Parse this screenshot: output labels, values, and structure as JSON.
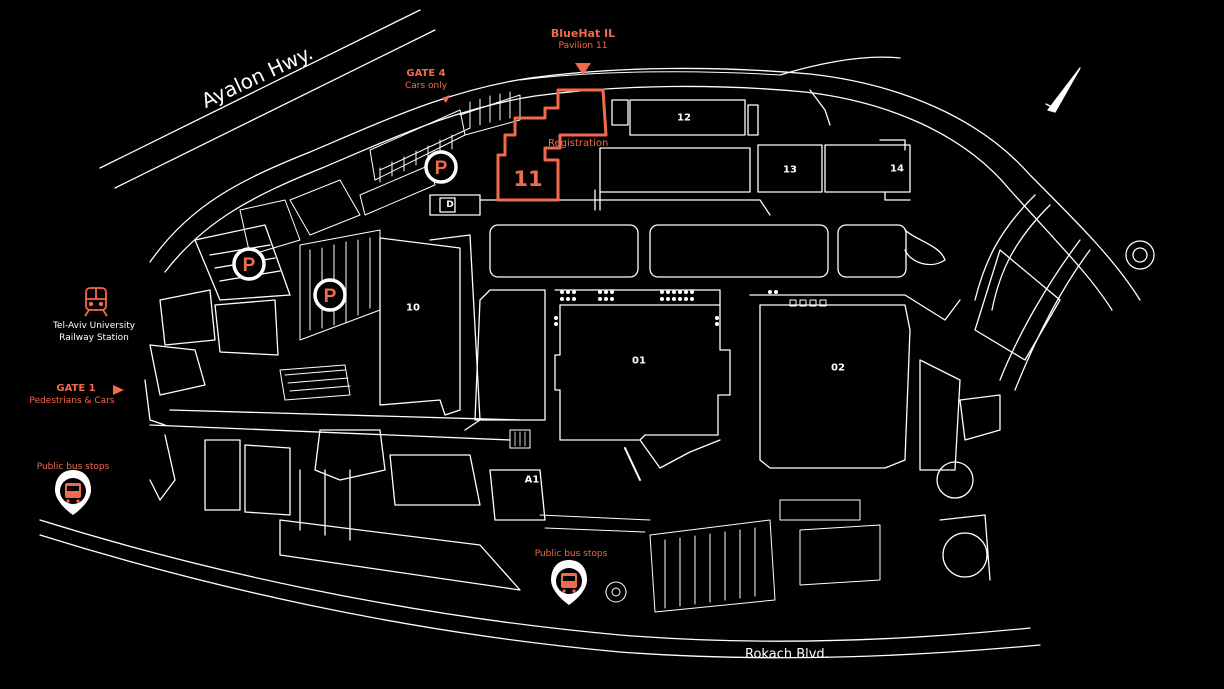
{
  "roads": {
    "ayalon": "Ayalon Hwy.",
    "rokach": "Rokach Blvd."
  },
  "event": {
    "name": "BlueHat IL",
    "venue": "Pavilion 11",
    "registration": "Registration",
    "pavilion_number": "11"
  },
  "gates": {
    "gate4_title": "GATE 4",
    "gate4_sub": "Cars only",
    "gate1_title": "GATE 1",
    "gate1_sub": "Pedestrians & Cars"
  },
  "station": {
    "line1": "Tel-Aviv University",
    "line2": "Railway Station"
  },
  "bus_stops": {
    "left": "Public bus stops",
    "bottom": "Public bus stops"
  },
  "buildings": {
    "b12": "12",
    "b13": "13",
    "b14": "14",
    "b10": "10",
    "b01": "01",
    "b02": "02",
    "a1": "A1",
    "d": "D"
  },
  "parking": {
    "symbol": "P",
    "count": 3
  },
  "icons": [
    "parking-icon",
    "train-icon",
    "bus-icon",
    "location-pin-icon",
    "north-arrow-icon",
    "gate-arrow-icon"
  ],
  "colors": {
    "background": "#000000",
    "lines": "#ffffff",
    "accent": "#f26a4b"
  }
}
